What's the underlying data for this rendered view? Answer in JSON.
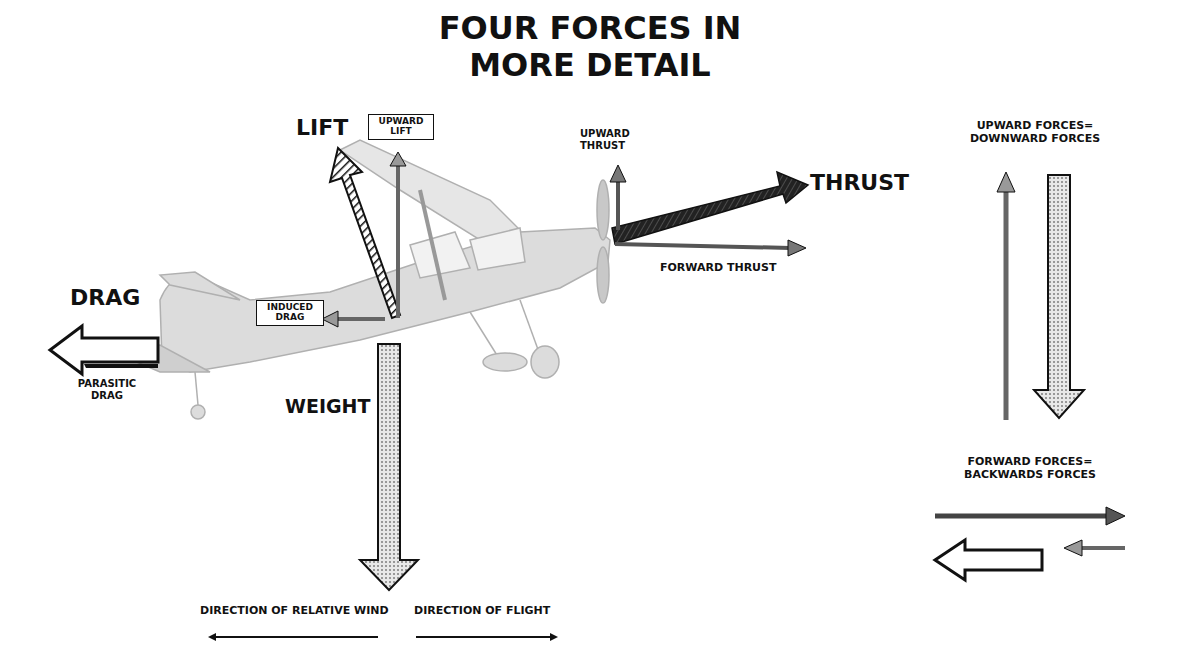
{
  "diagram": {
    "title": "FOUR FORCES IN MORE DETAIL",
    "nodes": [
      {
        "text": [
          "UPWARD LIFT"
        ]
      },
      {
        "text": [
          "INDUCED DRAG"
        ]
      }
    ],
    "labels": [
      "LIFT",
      "UPWARD THRUST",
      "THRUST",
      "FORWARD THRUST",
      "DRAG",
      "PARASITIC DRAG",
      "WEIGHT",
      "DIRECTION OF RELATIVE WIND",
      "DIRECTION OF FLIGHT",
      "UPWARD FORCES= DOWNWARD FORCES",
      "FORWARD FORCES= BACKWARDS FORCES"
    ]
  }
}
